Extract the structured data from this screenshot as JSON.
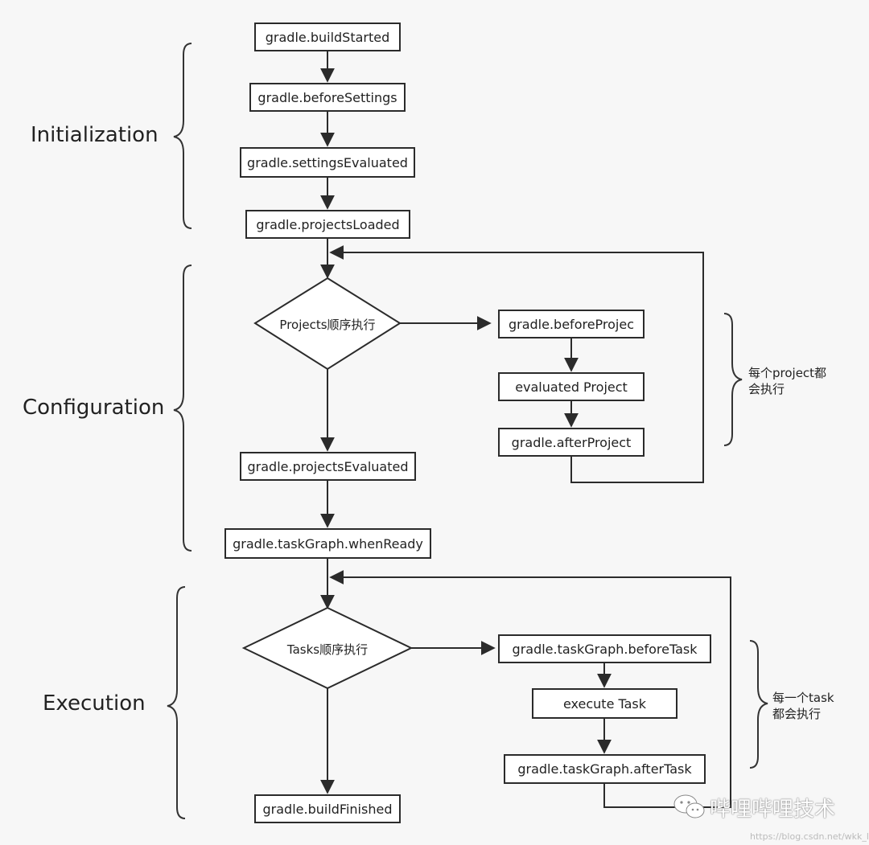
{
  "phases": {
    "initialization": "Initialization",
    "configuration": "Configuration",
    "execution": "Execution"
  },
  "nodes": {
    "build_started": "gradle.buildStarted",
    "before_settings": "gradle.beforeSettings",
    "settings_evaluated": "gradle.settingsEvaluated",
    "projects_loaded": "gradle.projectsLoaded",
    "projects_decision": "Projects顺序执行",
    "before_project": "gradle.beforeProjec",
    "evaluated_project": "evaluated Project",
    "after_project": "gradle.afterProject",
    "projects_evaluated": "gradle.projectsEvaluated",
    "when_ready": "gradle.taskGraph.whenReady",
    "tasks_decision": "Tasks顺序执行",
    "before_task": "gradle.taskGraph.beforeTask",
    "execute_task": "execute Task",
    "after_task": "gradle.taskGraph.afterTask",
    "build_finished": "gradle.buildFinished"
  },
  "notes": {
    "per_project_line1": "每个project都",
    "per_project_line2": "会执行",
    "per_task_line1": "每一个task",
    "per_task_line2": "都会执行"
  },
  "watermark": {
    "text": "哔哩哔哩技术",
    "url": "https://blog.csdn.net/wkk_ly"
  }
}
